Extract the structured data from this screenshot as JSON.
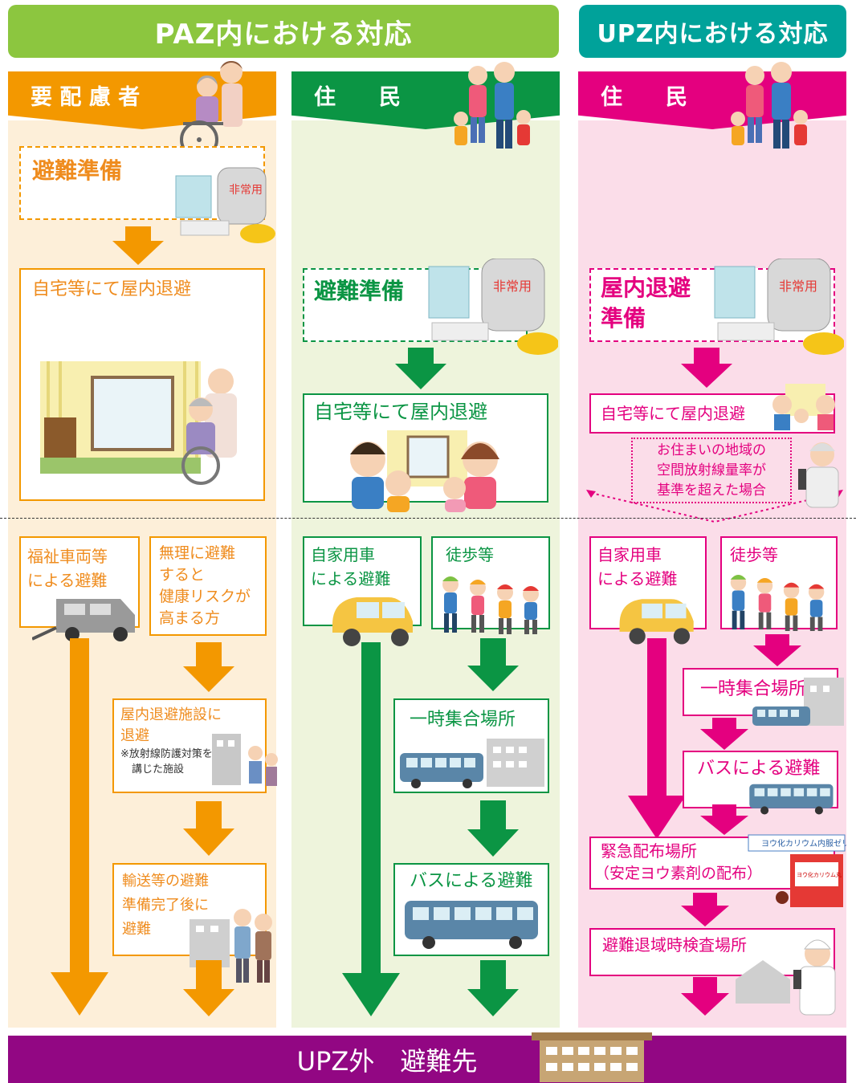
{
  "headers": {
    "paz": "PAZ内における対応",
    "upz": "UPZ内における対応"
  },
  "ribbons": {
    "vulnerable": "要 配 慮 者",
    "residents_paz": "住　　民",
    "residents_upz": "住　　民"
  },
  "vulnerable": {
    "prep": "避難準備",
    "shelter": "自宅等にて屋内退避",
    "welfare_vehicle": [
      "福祉車両等",
      "による避難"
    ],
    "health_risk": [
      "無理に避難",
      "すると",
      "健康リスクが",
      "高まる方"
    ],
    "facility": [
      "屋内退避施設に",
      "退避"
    ],
    "facility_note": [
      "※放射線防護対策を",
      "講じた施設"
    ],
    "transport": [
      "輸送等の避難",
      "準備完了後に",
      "避難"
    ]
  },
  "paz_residents": {
    "prep": "避難準備",
    "shelter": "自宅等にて屋内退避",
    "car": [
      "自家用車",
      "による避難"
    ],
    "walk": "徒歩等",
    "assembly": "一時集合場所",
    "bus": "バスによる避難"
  },
  "upz_residents": {
    "prep": [
      "屋内退避",
      "準備"
    ],
    "shelter": "自宅等にて屋内退避",
    "condition": [
      "お住まいの地域の",
      "空間放射線量率が",
      "基準を超えた場合"
    ],
    "car": [
      "自家用車",
      "による避難"
    ],
    "walk": "徒歩等",
    "assembly": "一時集合場所",
    "bus": "バスによる避難",
    "distribution": [
      "緊急配布場所",
      "（安定ヨウ素剤の配布）"
    ],
    "inspection": "避難退域時検査場所",
    "pill_label_1": "ヨウ化カリウム内服ゼリー",
    "pill_label_2": "ヨウ化カリウム丸"
  },
  "illustration": {
    "bag_label": "非常用"
  },
  "footer": "UPZ外　避難先",
  "colors": {
    "green_header": "#8cc63f",
    "teal_header": "#00a29a",
    "orange": "#f39800",
    "green": "#0b9544",
    "magenta": "#e4007f",
    "purple": "#920783",
    "bg_orange": "#fdefd9",
    "bg_green": "#eef4dc",
    "bg_pink": "#fbdde9"
  }
}
